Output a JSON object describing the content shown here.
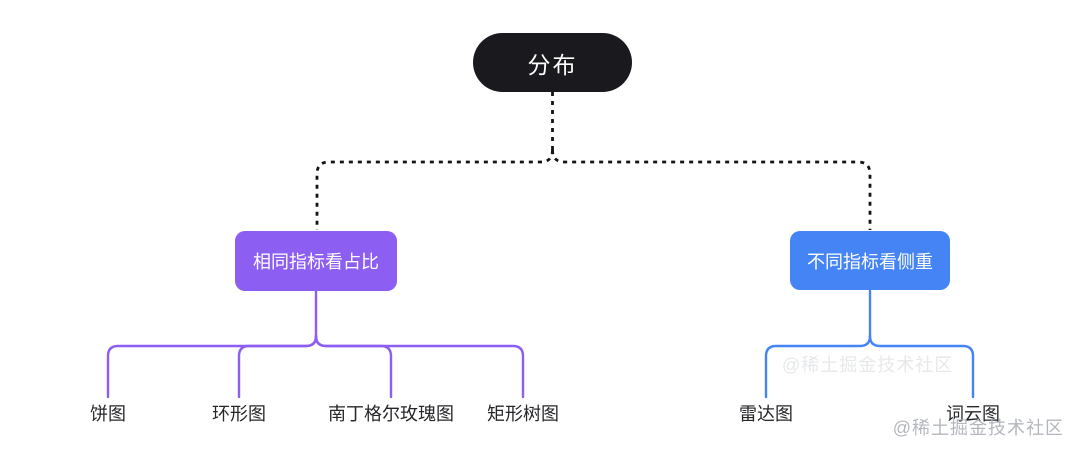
{
  "diagram": {
    "root": {
      "label": "分布",
      "bg_color": "#1a1a1e",
      "text_color": "#ffffff"
    },
    "connector_color": "#141414",
    "branches": [
      {
        "label": "相同指标看占比",
        "color": "#8d5ef2",
        "children": [
          "饼图",
          "环形图",
          "南丁格尔玫瑰图",
          "矩形树图"
        ]
      },
      {
        "label": "不同指标看侧重",
        "color": "#4584f4",
        "children": [
          "雷达图",
          "词云图"
        ]
      }
    ],
    "watermark": "@稀土掘金技术社区"
  }
}
